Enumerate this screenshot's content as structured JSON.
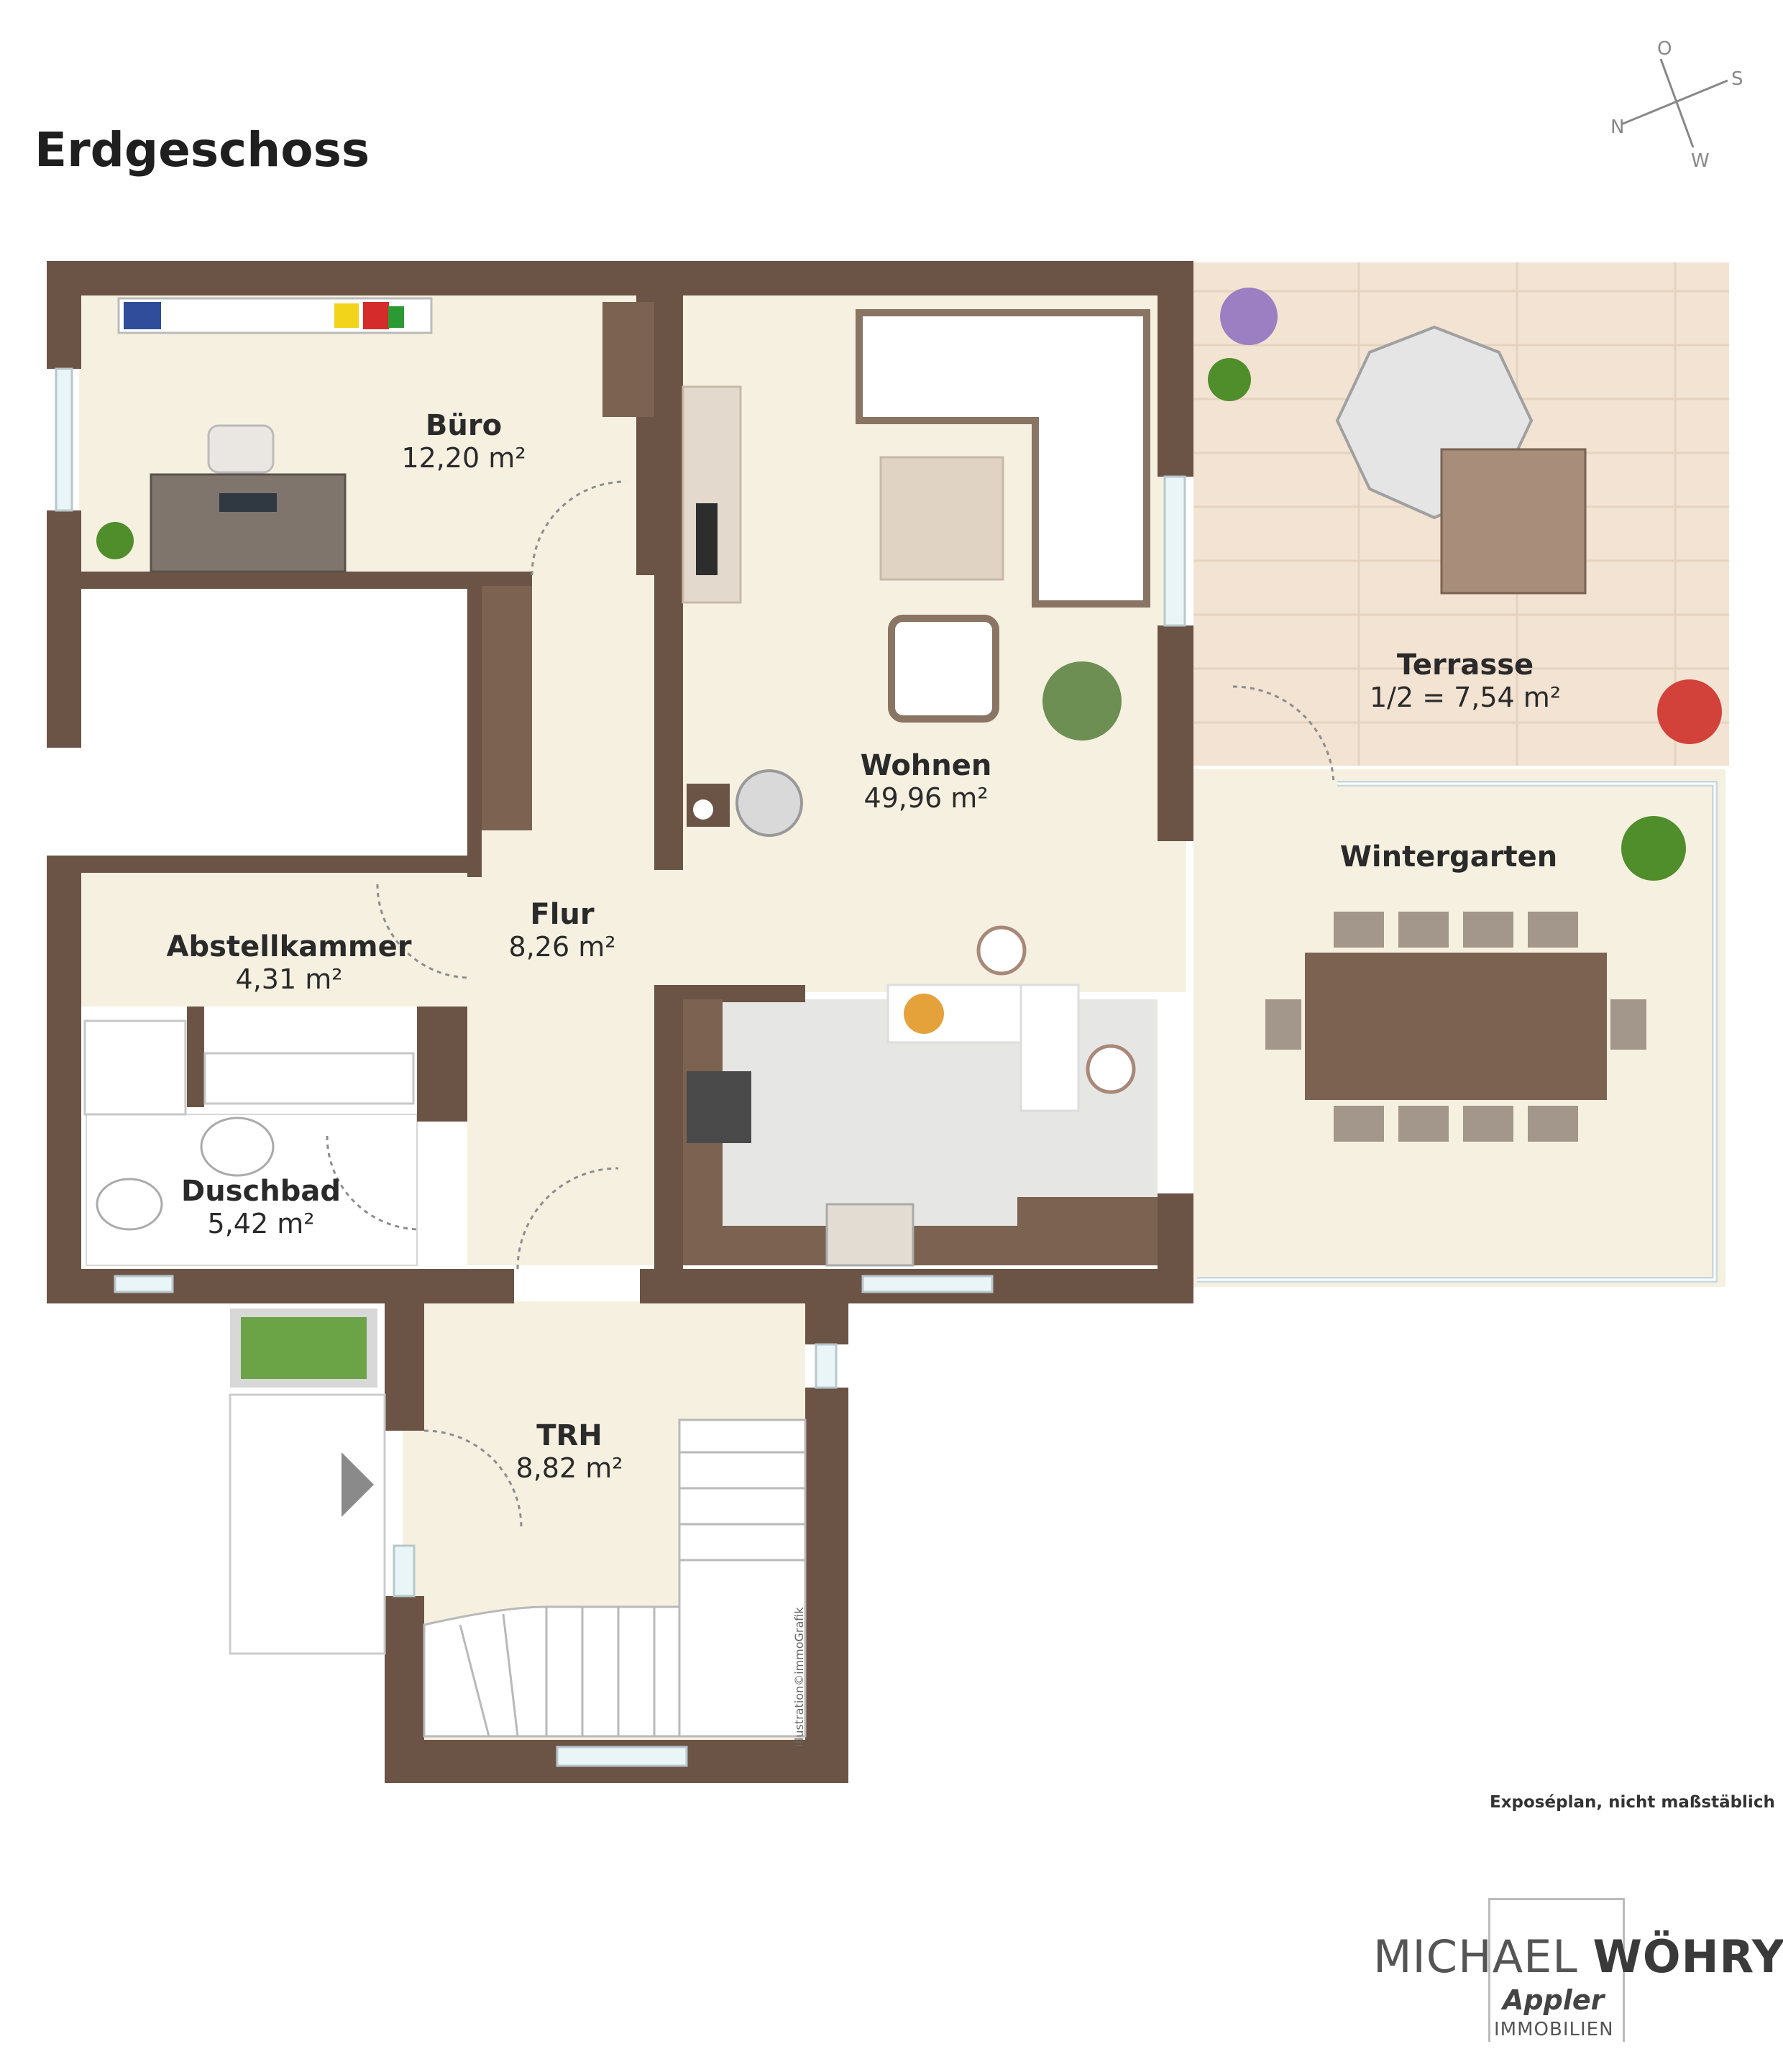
{
  "page": {
    "title": "Erdgeschoss",
    "note": "Exposéplan, nicht maßstäblich",
    "credit": "illustration©immoGrafik"
  },
  "compass": {
    "labels": {
      "north": "N",
      "east": "O",
      "south": "S",
      "west": "W"
    }
  },
  "rooms": [
    {
      "id": "buero",
      "name": "Büro",
      "area": "12,20 m²"
    },
    {
      "id": "wohnen",
      "name": "Wohnen",
      "area": "49,96 m²"
    },
    {
      "id": "terrasse",
      "name": "Terrasse",
      "area": "1/2 = 7,54 m²"
    },
    {
      "id": "wintergarten",
      "name": "Wintergarten",
      "area": ""
    },
    {
      "id": "flur",
      "name": "Flur",
      "area": "8,26 m²"
    },
    {
      "id": "abstellkammer",
      "name": "Abstellkammer",
      "area": "4,31 m²"
    },
    {
      "id": "duschbad",
      "name": "Duschbad",
      "area": "5,42 m²"
    },
    {
      "id": "trh",
      "name": "TRH",
      "area": "8,82 m²"
    }
  ],
  "logo": {
    "first": "MICHAEL",
    "last": "WÖHRY",
    "brand": "Appler",
    "sub": "IMMOBILIEN"
  },
  "colors": {
    "wall": "#6b5445",
    "floor": "#f6f0e1",
    "terrace": "#f3e6d8",
    "window": "#e8f4f8",
    "wood": "#7b6251"
  }
}
